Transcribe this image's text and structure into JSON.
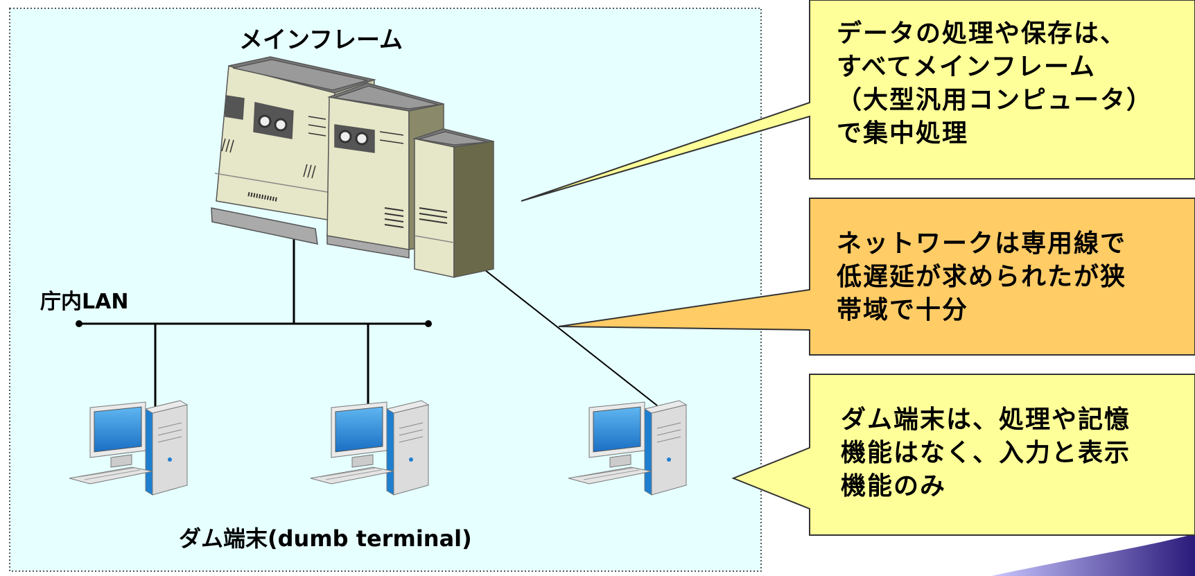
{
  "diagram": {
    "mainframe_label": "メインフレーム",
    "lan_label": "庁内LAN",
    "terminal_label": "ダム端末(dumb terminal)"
  },
  "callouts": [
    {
      "text": "データの処理や保存は、\nすべてメインフレーム\n（大型汎用コンピュータ）\nで集中処理",
      "color": "#ffff99"
    },
    {
      "text": "ネットワークは専用線で\n低遅延が求められたが狭\n帯域で十分",
      "color": "#ffcc66"
    },
    {
      "text": "ダム端末は、処理や記憶\n機能はなく、入力と表示\n機能のみ",
      "color": "#ffff99"
    }
  ],
  "colors": {
    "area_fill": "#e6ffff",
    "area_border": "#555555",
    "callout_border": "#333333",
    "corner_accent": "#3a2a8a"
  },
  "icons": [
    "mainframe-icon",
    "desktop-computer-icon"
  ]
}
